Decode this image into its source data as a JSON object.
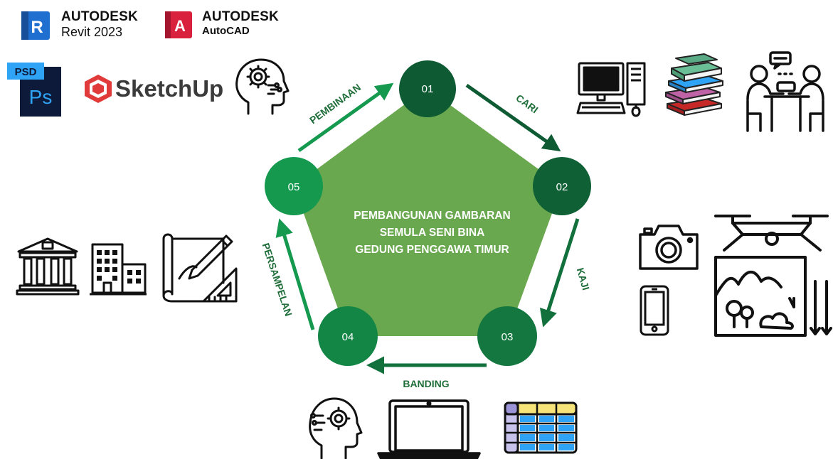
{
  "logos": {
    "revit": {
      "letter": "R",
      "brand": "AUTODESK",
      "product": "Revit 2023",
      "color": "#1f6fd1"
    },
    "autocad": {
      "letter": "A",
      "brand": "AUTODESK",
      "product": "AutoCAD",
      "color": "#d9203c"
    },
    "photoshop": {
      "badge": "PSD",
      "letters": "Ps",
      "color": "#0e1a3a",
      "accent": "#2fa3f5"
    },
    "sketchup": {
      "name": "SketchUp",
      "color": "#e03a3a"
    }
  },
  "diagram": {
    "center_text": [
      "PEMBANGUNAN GAMBARAN",
      "SEMULA SENI BINA",
      "GEDUNG PENGGAWA TIMUR"
    ],
    "pentagon_color": "#6aa84f",
    "nodes": [
      {
        "id": "01",
        "color": "#0d5a33"
      },
      {
        "id": "02",
        "color": "#0f6135"
      },
      {
        "id": "03",
        "color": "#13773f"
      },
      {
        "id": "04",
        "color": "#138545"
      },
      {
        "id": "05",
        "color": "#14994f"
      }
    ],
    "steps": {
      "pembinaan": "PEMBINAAN",
      "cari": "CARI",
      "kaji": "KAJI",
      "banding": "BANDING",
      "persampelan": "PERSAMPELAN"
    }
  },
  "icons": [
    "brain-gear-icon",
    "computer-icon",
    "books-icon",
    "meeting-icon",
    "museum-icon",
    "office-building-icon",
    "blueprint-drawing-icon",
    "camera-icon",
    "smartphone-icon",
    "drone-map-icon",
    "laptop-icon",
    "spreadsheet-icon"
  ]
}
